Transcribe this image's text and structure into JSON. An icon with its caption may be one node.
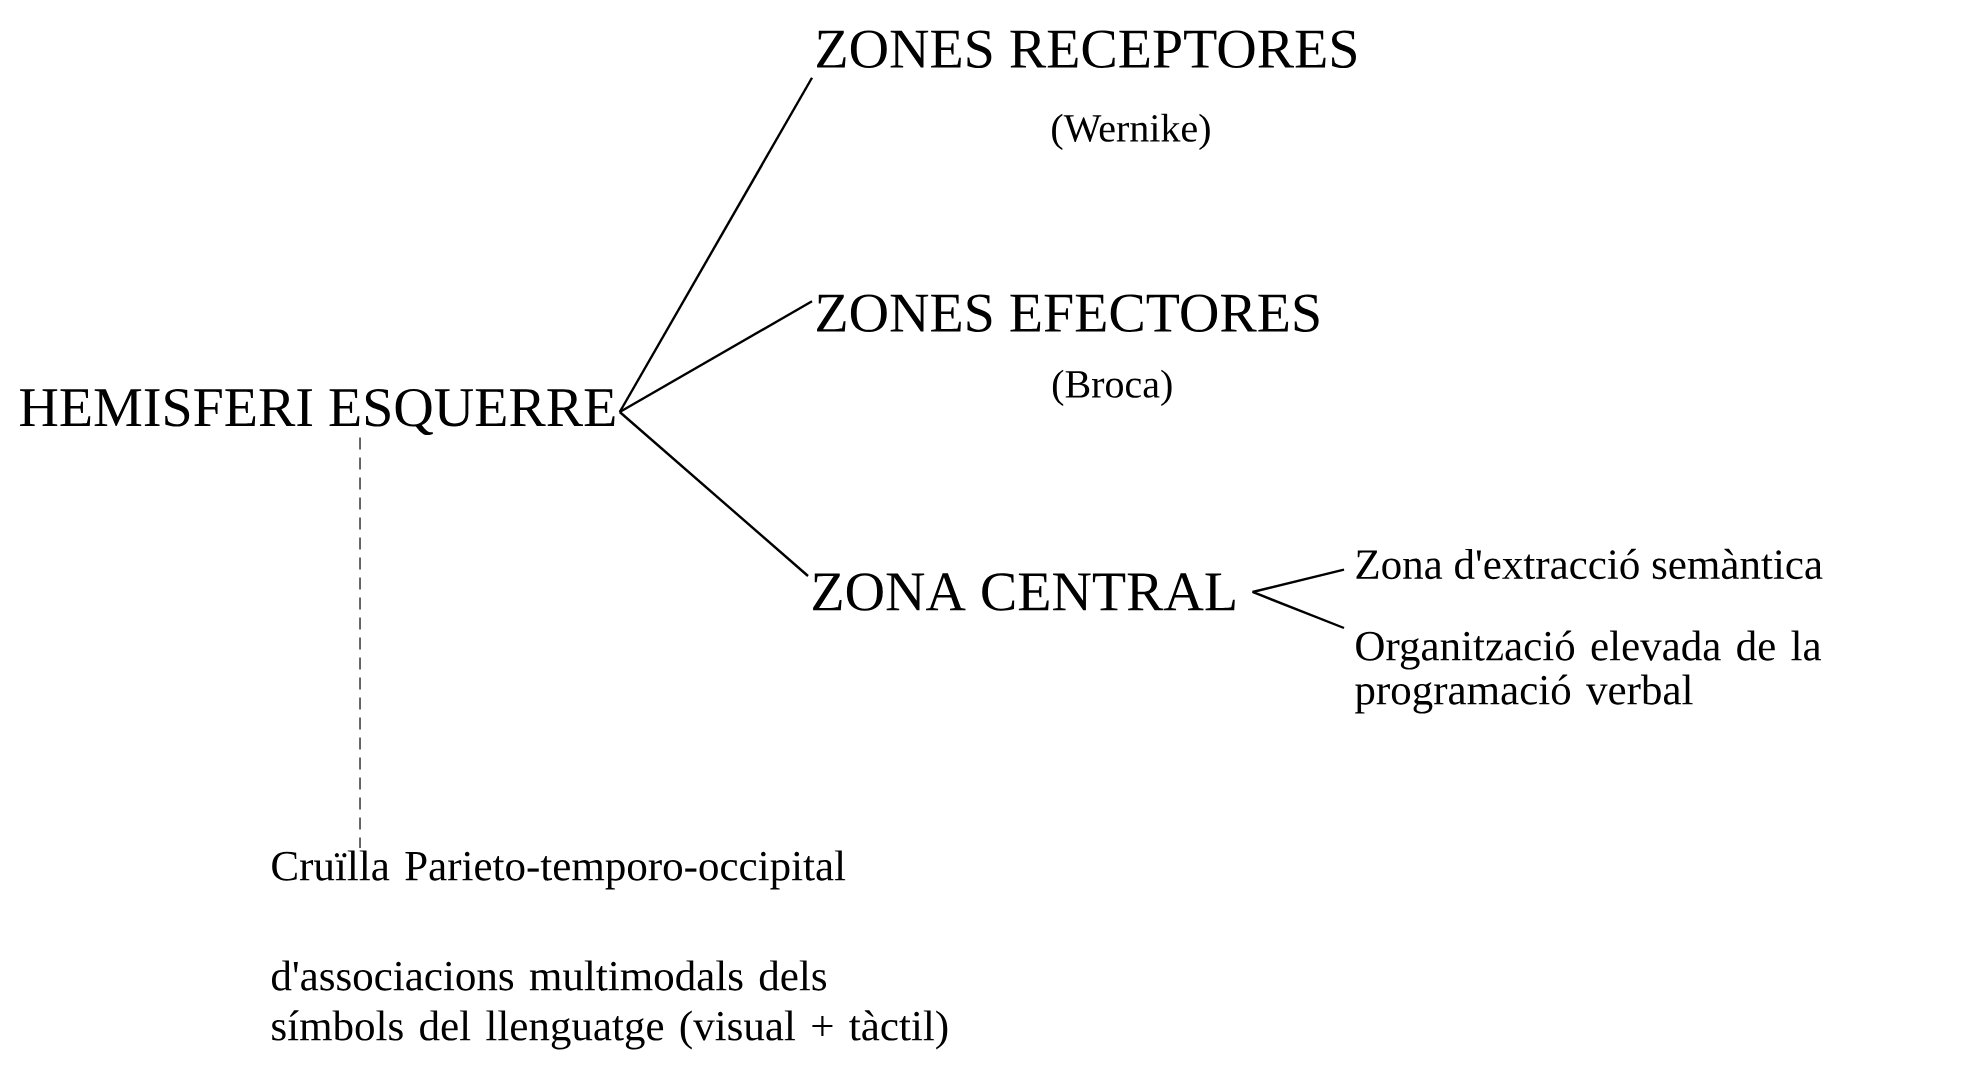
{
  "diagram": {
    "nodes": [
      {
        "text": [
          "HEMISFERI ESQUERRE"
        ]
      },
      {
        "text": [
          "ZONES RECEPTORES",
          "(Wernike)"
        ]
      },
      {
        "text": [
          "ZONES EFECTORES",
          "(Broca)"
        ]
      },
      {
        "text": [
          "ZONA CENTRAL"
        ]
      },
      {
        "text": [
          "Zona d'extracció semàntica"
        ]
      },
      {
        "text": [
          "Organització elevada de la programació verbal"
        ]
      },
      {
        "text": [
          "Cruïlla Parieto-temporo-occipital",
          "d'associacions multimodals dels símbols del llenguatge (visual + tàctil)"
        ]
      }
    ],
    "edges": [
      {
        "from": 0,
        "to": 1,
        "arrow": "none"
      },
      {
        "from": 0,
        "to": 2,
        "arrow": "none"
      },
      {
        "from": 0,
        "to": 3,
        "arrow": "none"
      },
      {
        "from": 3,
        "to": 4,
        "arrow": "none"
      },
      {
        "from": 3,
        "to": 5,
        "arrow": "none"
      },
      {
        "from": 0,
        "to": 6,
        "arrow": "none",
        "style": "dashed"
      }
    ]
  }
}
